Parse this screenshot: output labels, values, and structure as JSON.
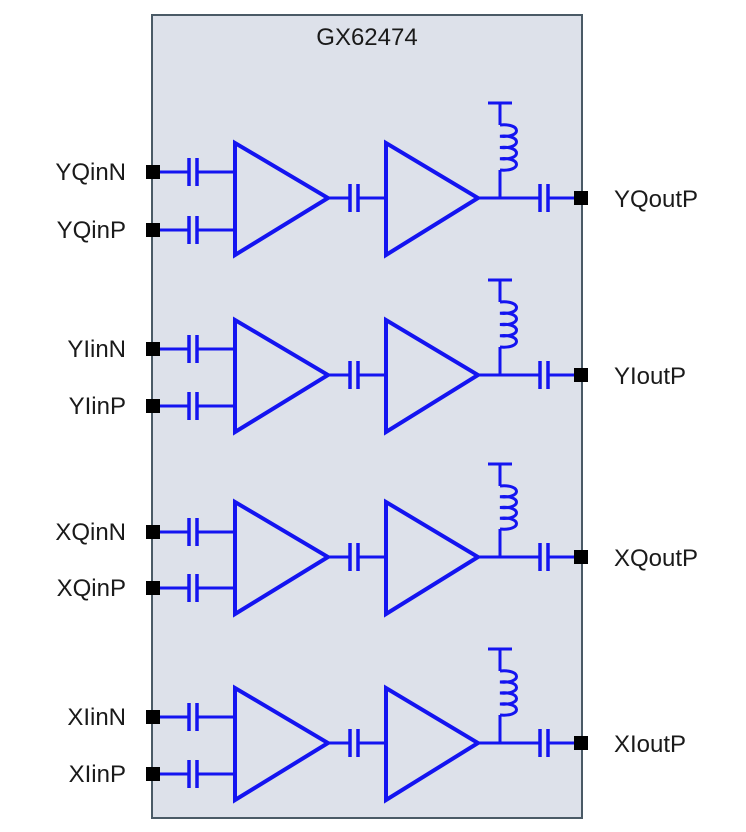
{
  "chip": {
    "name": "GX62474",
    "fill_color": "#dde1ea",
    "border_color": "#4a5a66"
  },
  "wire_color": "#1414f0",
  "channels": [
    {
      "id": "YQ",
      "input_n": "YQinN",
      "input_p": "YQinP",
      "output": "YQoutP"
    },
    {
      "id": "YI",
      "input_n": "YIinN",
      "input_p": "YIinP",
      "output": "YIoutP"
    },
    {
      "id": "XQ",
      "input_n": "XQinN",
      "input_p": "XQinP",
      "output": "XQoutP"
    },
    {
      "id": "XI",
      "input_n": "XIinN",
      "input_p": "XIinP",
      "output": "XIoutP"
    }
  ],
  "components_per_channel": [
    "input-coupling-capacitor-n",
    "input-coupling-capacitor-p",
    "differential-amplifier",
    "interstage-coupling-capacitor",
    "output-amplifier",
    "bias-inductor",
    "supply-terminal",
    "output-coupling-capacitor"
  ]
}
